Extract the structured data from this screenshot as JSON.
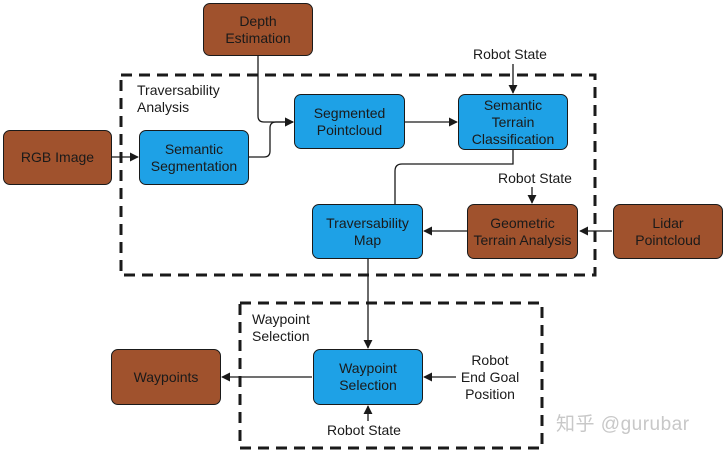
{
  "nodes": {
    "depth_estimation": "Depth\nEstimation",
    "rgb_image": "RGB Image",
    "semantic_segmentation": "Semantic\nSegmentation",
    "segmented_pointcloud": "Segmented\nPointcloud",
    "semantic_terrain_classification": "Semantic\nTerrain\nClassification",
    "traversability_map": "Traversability\nMap",
    "geometric_terrain_analysis": "Geometric\nTerrain Analysis",
    "lidar_pointcloud": "Lidar\nPointcloud",
    "waypoint_selection": "Waypoint\nSelection",
    "waypoints": "Waypoints"
  },
  "labels": {
    "robot_state_top": "Robot State",
    "robot_state_mid": "Robot State",
    "robot_state_bottom": "Robot State",
    "traversability_analysis": "Traversability\nAnalysis",
    "waypoint_selection_group": "Waypoint\nSelection",
    "robot_end_goal": "Robot\nEnd Goal\nPosition"
  },
  "watermark": "知乎 @gurubar",
  "colors": {
    "brown": "#a0522d",
    "blue": "#1ea1e6",
    "line": "#1a1a1a"
  }
}
